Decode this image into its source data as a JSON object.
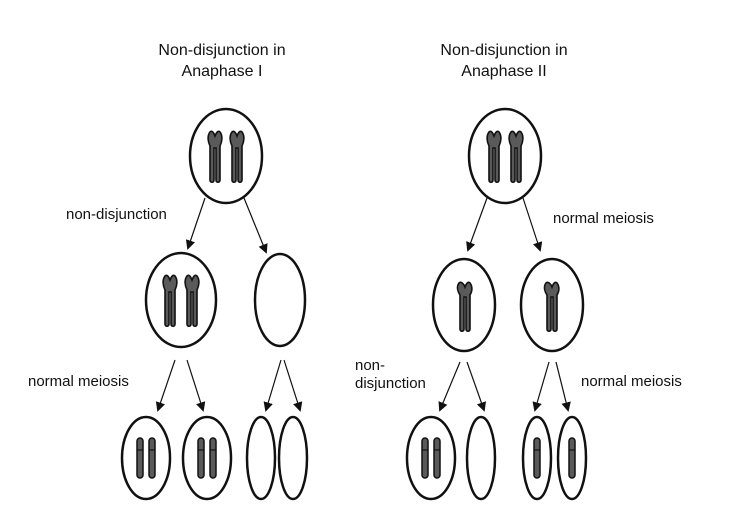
{
  "colors": {
    "outline": "#111111",
    "chromosome_fill": "#5a5a5a",
    "background": "#ffffff"
  },
  "left_panel": {
    "title_line1": "Non-disjunction in",
    "title_line2": "Anaphase I",
    "label_first_division": "non-disjunction",
    "label_second_division": "normal meiosis"
  },
  "right_panel": {
    "title_line1": "Non-disjunction in",
    "title_line2": "Anaphase II",
    "label_first_division": "normal meiosis",
    "label_second_division_left_line1": "non-",
    "label_second_division_left_line2": "disjunction",
    "label_second_division_right": "normal meiosis"
  }
}
